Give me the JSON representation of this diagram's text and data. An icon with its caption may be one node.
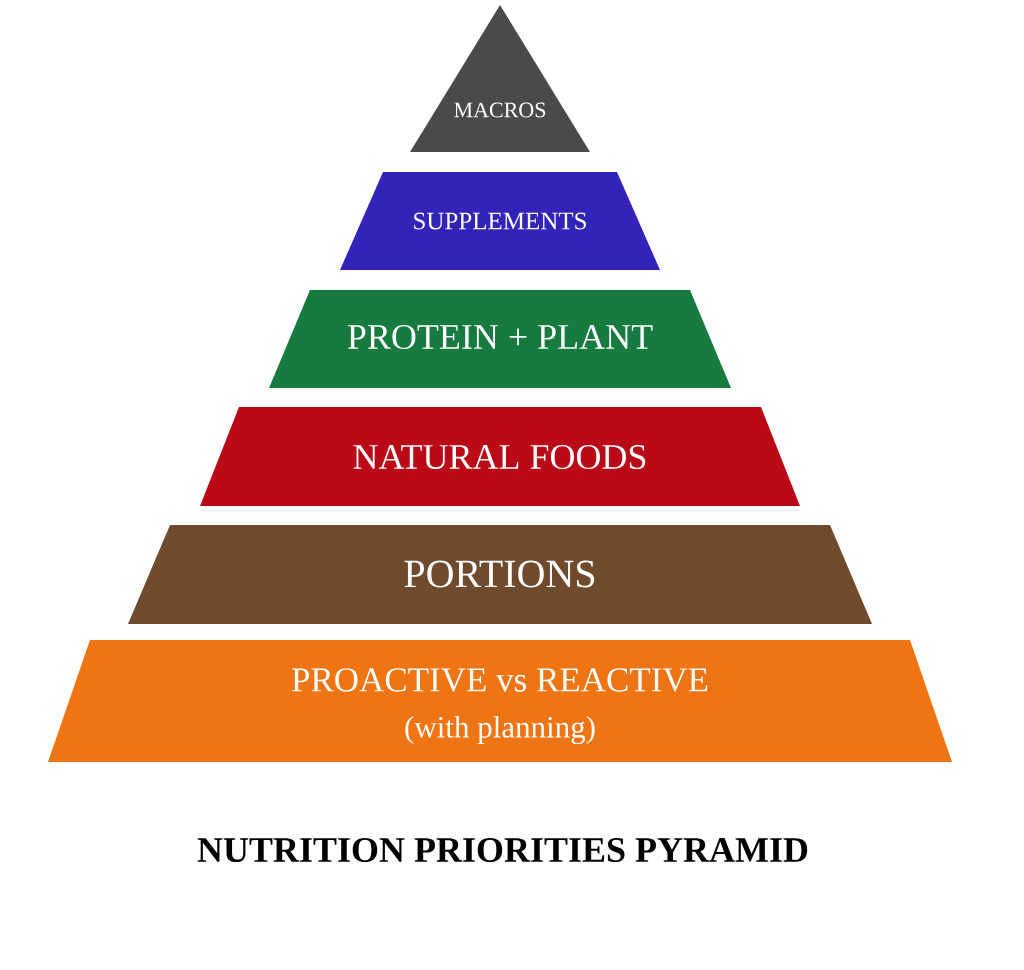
{
  "diagram": {
    "title": "NUTRITION PRIORITIES PYRAMID",
    "nodes": [
      {
        "text": [
          "MACROS"
        ]
      },
      {
        "text": [
          "SUPPLEMENTS"
        ]
      },
      {
        "text": [
          "PROTEIN + PLANT"
        ]
      },
      {
        "text": [
          "NATURAL FOODS"
        ]
      },
      {
        "text": [
          "PORTIONS"
        ]
      },
      {
        "text": [
          "PROACTIVE vs REACTIVE",
          "(with planning)"
        ]
      }
    ]
  }
}
